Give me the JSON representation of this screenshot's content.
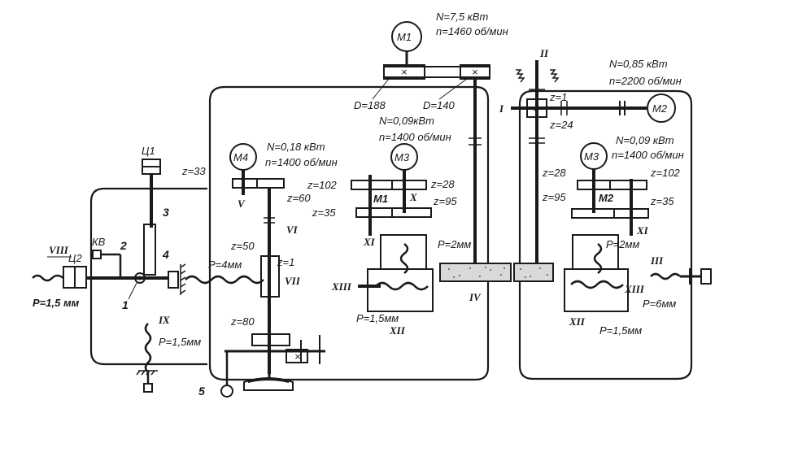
{
  "motors": {
    "m1": {
      "name": "M1",
      "power": "N=7,5 кВт",
      "speed": "n=1460 об/мин"
    },
    "m2": {
      "name": "M2",
      "power": "N=0,85 кВт",
      "speed": "n=2200 об/мин"
    },
    "m3_left": {
      "name": "M3",
      "power": "N=0,09кВт",
      "speed": "n=1400 об/мин"
    },
    "m3_right": {
      "name": "M3",
      "power": "N=0,09 кВт",
      "speed": "n=1400 об/мин"
    },
    "m4": {
      "name": "M4",
      "power": "N=0,18 кВт",
      "speed": "n=1400 об/мин"
    }
  },
  "pulleys": {
    "d1": "D=188",
    "d2": "D=140"
  },
  "gears": {
    "z1_top": "z=1",
    "z24": "z=24",
    "z33": "z=33",
    "z60": "z=60",
    "z102_left": "z=102",
    "z28_left": "z=28",
    "z35_left": "z=35",
    "z95_left": "z=95",
    "z50": "z=50",
    "z1_worm": "z=1",
    "z80": "z=80",
    "z28_right": "z=28",
    "z102_right": "z=102",
    "z95_right": "z=95",
    "z35_right": "z=35"
  },
  "clutches": {
    "m1": "M1",
    "m2": "M2"
  },
  "pitches": {
    "p_viii": "P=1,5 мм",
    "p_ix": "P=1,5мм",
    "p_vii": "P=4мм",
    "p_xi_left": "P=2мм",
    "p_xiii_left": "P=1,5мм",
    "p_right_top": "P=2мм",
    "p_right_bottom": "P=1,5мм",
    "p_iii": "P=6мм"
  },
  "cylinders": {
    "c1": "Ц1",
    "c2": "Ц2"
  },
  "switch": "КВ",
  "shafts": {
    "i": "I",
    "ii": "II",
    "iii": "III",
    "iv": "IV",
    "v": "V",
    "vi": "VI",
    "vii": "VII",
    "viii": "VIII",
    "ix": "IX",
    "x": "X",
    "xi_left": "XI",
    "xi_right": "XI",
    "xii_left": "XII",
    "xii_right": "XII",
    "xiii_left": "XIII",
    "xiii_right": "XIII"
  },
  "parts": {
    "p1": "1",
    "p2": "2",
    "p3": "3",
    "p4": "4",
    "p5": "5"
  }
}
